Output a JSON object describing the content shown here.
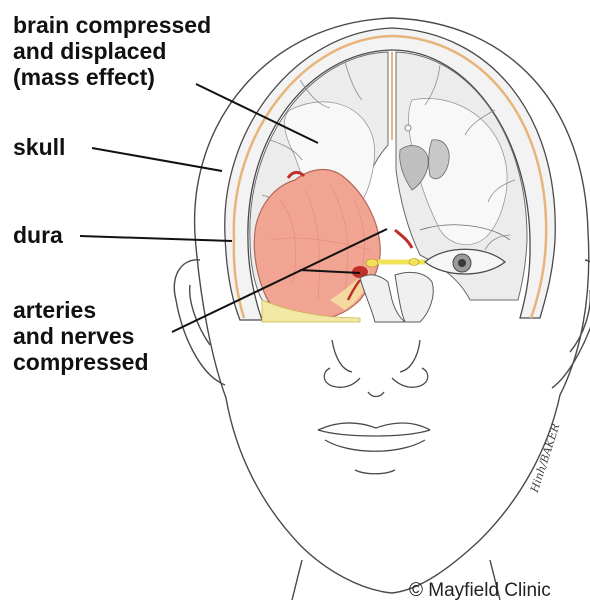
{
  "labels": {
    "brain": [
      "brain compressed",
      "and displaced",
      "(mass effect)"
    ],
    "skull": "skull",
    "dura": "dura",
    "arteries": [
      "arteries",
      "and nerves",
      "compressed"
    ]
  },
  "artist_signature": "Hinh/BAKER",
  "credit": "© Mayfield Clinic",
  "colors": {
    "tumor": "#f2a493",
    "dura": "#e7b47a",
    "brain": "#ececec",
    "white_matter": "#f7f7f7",
    "line": "#444444",
    "artery": "#c0302a",
    "nerve": "#f1e25a"
  }
}
